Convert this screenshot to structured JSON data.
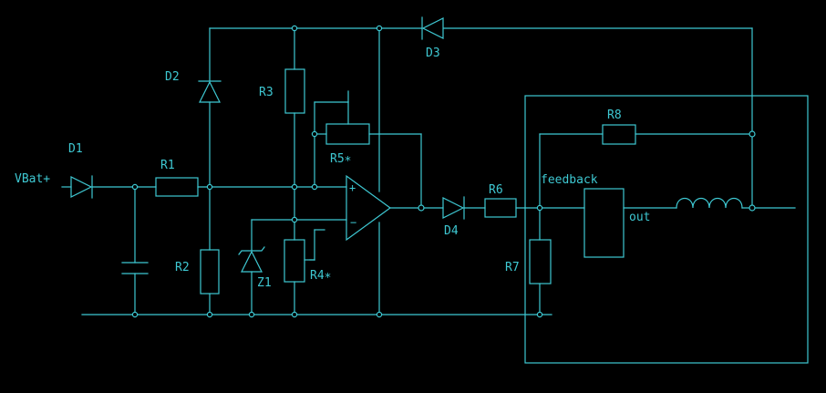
{
  "labels": {
    "vbat": "VBat+",
    "d1": "D1",
    "d2": "D2",
    "d3": "D3",
    "d4": "D4",
    "r1": "R1",
    "r2": "R2",
    "r3": "R3",
    "r4": "R4∗",
    "r5": "R5∗",
    "r6": "R6",
    "r7": "R7",
    "r8": "R8",
    "z1": "Z1",
    "feedback": "feedback",
    "out": "out"
  },
  "colors": {
    "background": "#000000",
    "trace": "#3ec8d2"
  }
}
